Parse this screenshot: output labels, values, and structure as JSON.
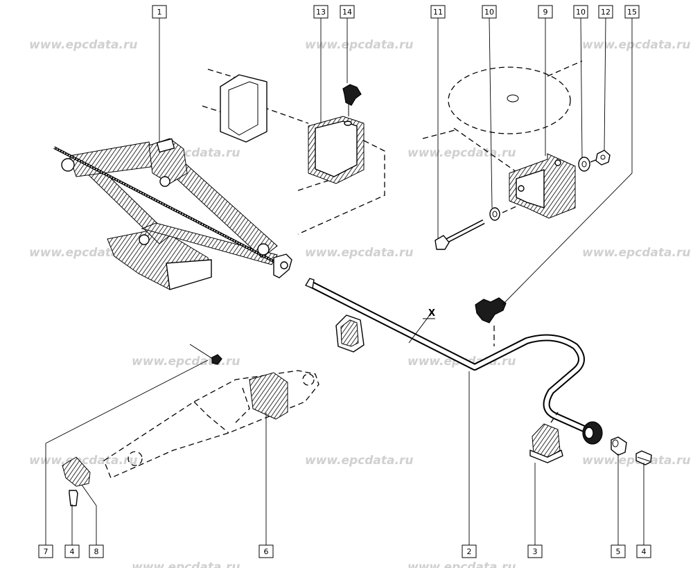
{
  "watermark": "www.epcdata.ru",
  "callouts": {
    "c1": "1",
    "c13": "13",
    "c14": "14",
    "c11": "11",
    "c10a": "10",
    "c9": "9",
    "c10b": "10",
    "c12": "12",
    "c15": "15",
    "c7": "7",
    "c4a": "4",
    "c8": "8",
    "c6": "6",
    "c2": "2",
    "c3": "3",
    "c5": "5",
    "c4b": "4"
  },
  "section_mark": "X"
}
